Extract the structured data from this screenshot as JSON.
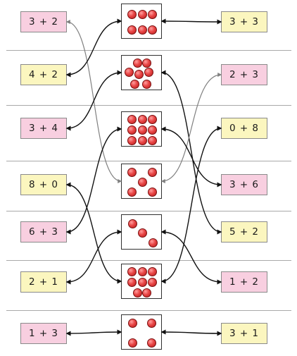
{
  "rows": [
    {
      "left": {
        "text": "3 + 2",
        "color": "pink"
      },
      "count": 6,
      "right": {
        "text": "3 + 3",
        "color": "yellow"
      }
    },
    {
      "left": {
        "text": "4 + 2",
        "color": "yellow"
      },
      "count": 7,
      "right": {
        "text": "2 + 3",
        "color": "pink"
      }
    },
    {
      "left": {
        "text": "3 + 4",
        "color": "pink"
      },
      "count": 9,
      "right": {
        "text": "0 + 8",
        "color": "yellow"
      }
    },
    {
      "left": {
        "text": "8 + 0",
        "color": "yellow"
      },
      "count": 5,
      "right": {
        "text": "3 + 6",
        "color": "pink"
      }
    },
    {
      "left": {
        "text": "6 + 3",
        "color": "pink"
      },
      "count": 3,
      "right": {
        "text": "5 + 2",
        "color": "yellow"
      }
    },
    {
      "left": {
        "text": "2 + 1",
        "color": "yellow"
      },
      "count": 8,
      "right": {
        "text": "1 + 2",
        "color": "pink"
      }
    },
    {
      "left": {
        "text": "1 + 3",
        "color": "pink"
      },
      "count": 4,
      "right": {
        "text": "3 + 1",
        "color": "yellow"
      }
    }
  ],
  "links": [
    {
      "from": "L0",
      "to": "B3",
      "color": "#808080"
    },
    {
      "from": "B0",
      "to": "R0",
      "color": "#111111"
    },
    {
      "from": "B0",
      "to": "L1",
      "color": "#111111"
    },
    {
      "from": "B1",
      "to": "L2",
      "color": "#111111"
    },
    {
      "from": "B1",
      "to": "R4",
      "color": "#111111"
    },
    {
      "from": "R1",
      "to": "B3",
      "color": "#808080"
    },
    {
      "from": "B2",
      "to": "L4",
      "color": "#111111"
    },
    {
      "from": "B2",
      "to": "R3",
      "color": "#111111"
    },
    {
      "from": "B5",
      "to": "R2",
      "color": "#111111"
    },
    {
      "from": "L3",
      "to": "B5",
      "color": "#111111"
    },
    {
      "from": "B4",
      "to": "L5",
      "color": "#111111"
    },
    {
      "from": "B4",
      "to": "R5",
      "color": "#111111"
    },
    {
      "from": "B6",
      "to": "L6",
      "color": "#111111"
    },
    {
      "from": "B6",
      "to": "R6",
      "color": "#111111"
    }
  ],
  "colors": {
    "pink": "#f8cfe0",
    "yellow": "#fbf6bf",
    "dot": "#e03a3a"
  }
}
